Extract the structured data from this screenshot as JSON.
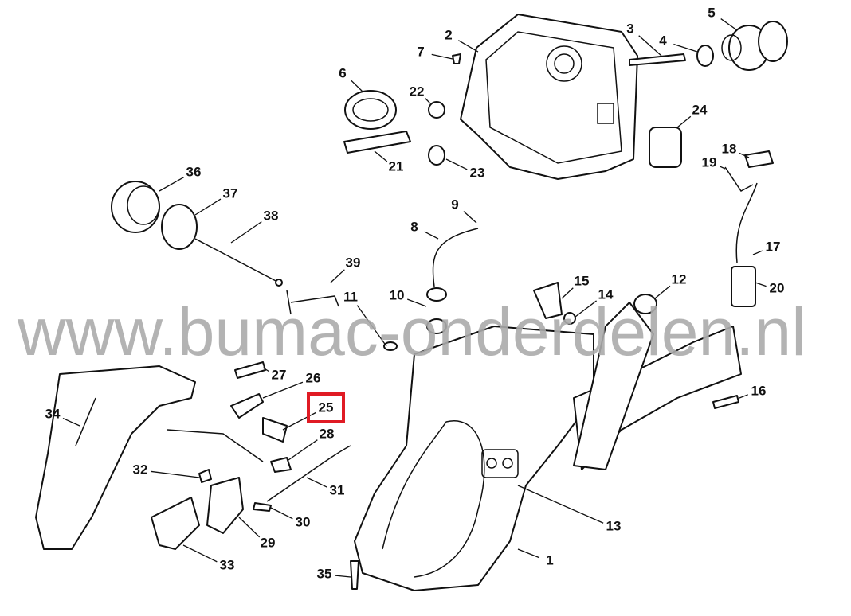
{
  "diagram": {
    "watermark": "www.bumac-onderdelen.nl",
    "highlighted_part": "25",
    "highlight_color": "#e01b24",
    "part_labels": [
      "1",
      "2",
      "3",
      "4",
      "5",
      "6",
      "7",
      "8",
      "9",
      "10",
      "11",
      "12",
      "13",
      "14",
      "15",
      "16",
      "17",
      "18",
      "19",
      "20",
      "21",
      "22",
      "23",
      "24",
      "25",
      "26",
      "27",
      "28",
      "29",
      "30",
      "31",
      "32",
      "33",
      "34",
      "35",
      "36",
      "37",
      "38",
      "39"
    ]
  }
}
